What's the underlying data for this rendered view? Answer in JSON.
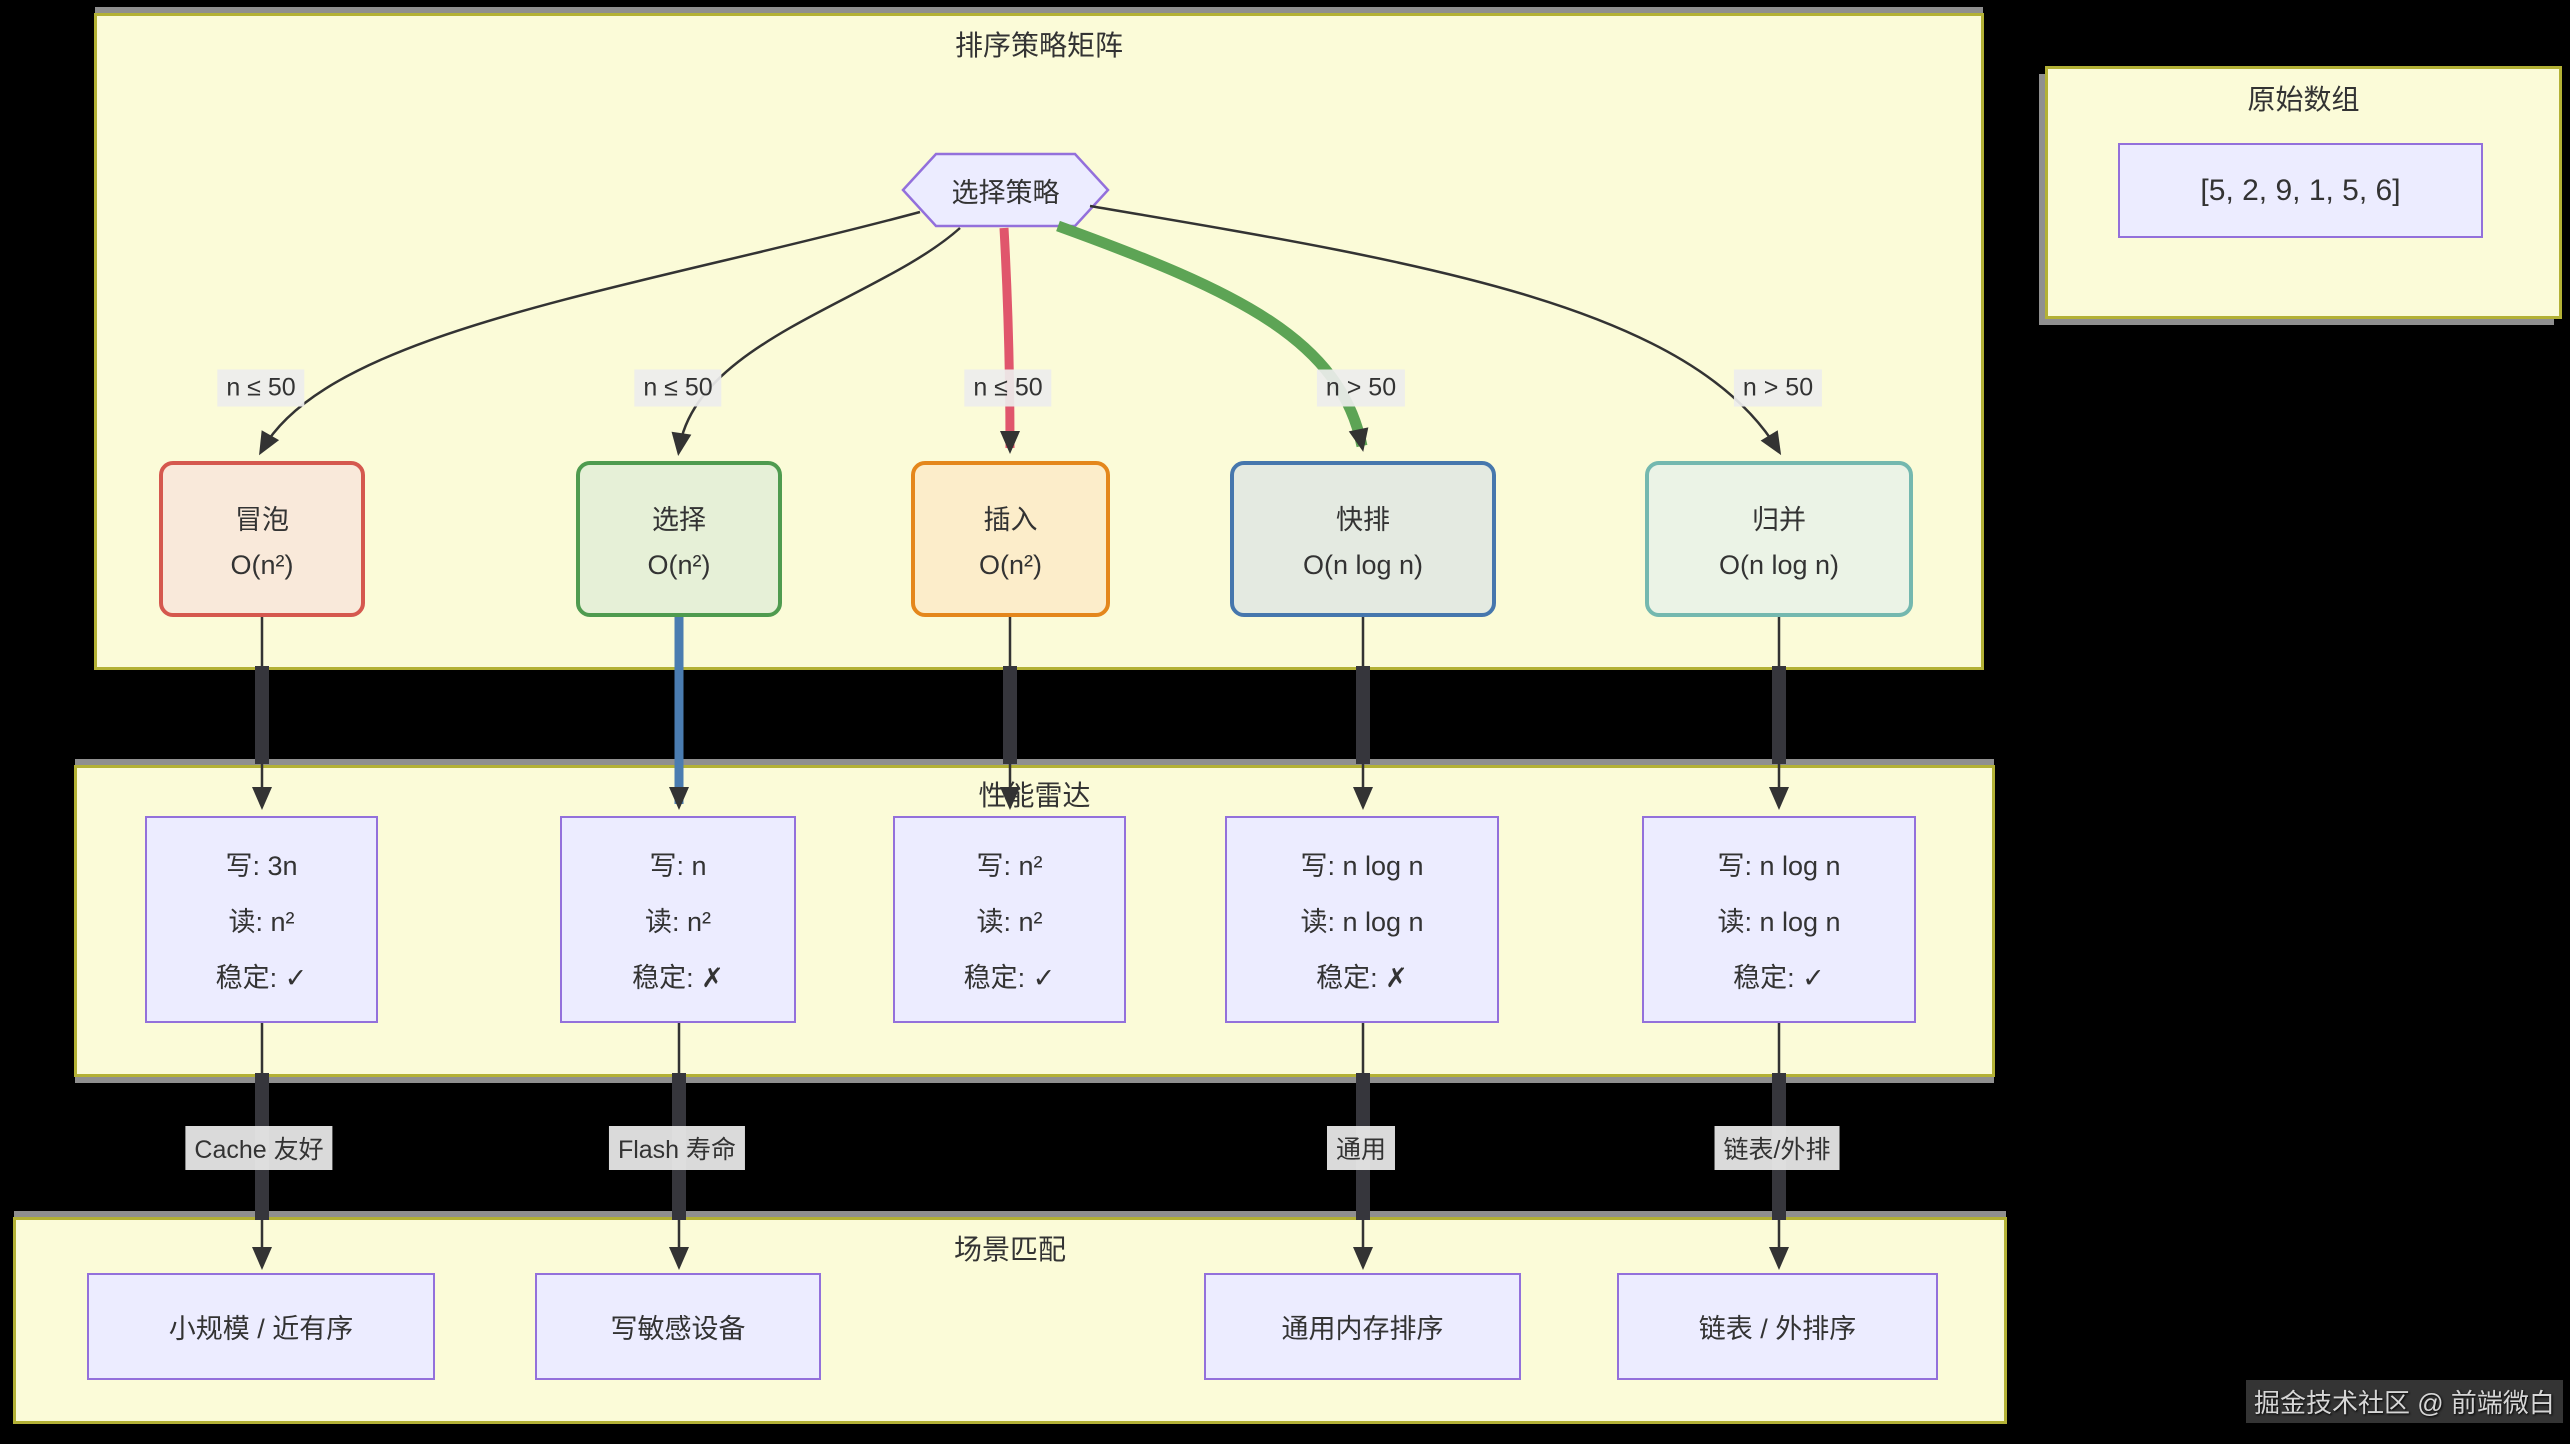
{
  "page": {
    "background": "#000000",
    "watermark": "掘金技术社区 @ 前端微白"
  },
  "colors": {
    "section_fill": "#fbfbd8",
    "section_border": "#b3b135",
    "node_fill": "#ececff",
    "node_border": "#9370db",
    "bubble_fill": "#f9e9da",
    "bubble_border": "#d5584e",
    "selection_fill": "#e6f0d7",
    "selection_border": "#4f9b4f",
    "insertion_fill": "#fcedca",
    "insertion_border": "#e4871c",
    "quick_fill": "#e4eae1",
    "quick_border": "#4677ad",
    "merge_fill": "#ebf3e6",
    "merge_border": "#74b8af",
    "edge_red": "#e0566c",
    "edge_green": "#5da455",
    "edge_blue": "#4a7cb0",
    "edge_dark": "#333333",
    "label_bg": "#ededed"
  },
  "array_panel": {
    "title": "原始数组",
    "value": "[5, 2, 9, 1, 5, 6]"
  },
  "strategy_section": {
    "title": "排序策略矩阵",
    "decision": "选择策略",
    "branches": [
      {
        "condition": "n ≤ 50",
        "name": "冒泡",
        "complexity": "O(n²)"
      },
      {
        "condition": "n ≤ 50",
        "name": "选择",
        "complexity": "O(n²)"
      },
      {
        "condition": "n ≤ 50",
        "name": "插入",
        "complexity": "O(n²)"
      },
      {
        "condition": "n > 50",
        "name": "快排",
        "complexity": "O(n log n)"
      },
      {
        "condition": "n > 50",
        "name": "归并",
        "complexity": "O(n log n)"
      }
    ]
  },
  "performance_section": {
    "title": "性能雷达",
    "stats": [
      {
        "write": "写: 3n",
        "read": "读: n²",
        "stable": "稳定: ✓"
      },
      {
        "write": "写: n",
        "read": "读: n²",
        "stable": "稳定: ✗"
      },
      {
        "write": "写: n²",
        "read": "读: n²",
        "stable": "稳定: ✓"
      },
      {
        "write": "写: n log n",
        "read": "读: n log n",
        "stable": "稳定: ✗"
      },
      {
        "write": "写: n log n",
        "read": "读: n log n",
        "stable": "稳定: ✓"
      }
    ]
  },
  "scenario_section": {
    "title": "场景匹配",
    "tags": [
      "Cache 友好",
      "Flash 寿命",
      "通用",
      "链表/外排"
    ],
    "scenarios": [
      "小规模 / 近有序",
      "写敏感设备",
      "通用内存排序",
      "链表 / 外排序"
    ]
  }
}
